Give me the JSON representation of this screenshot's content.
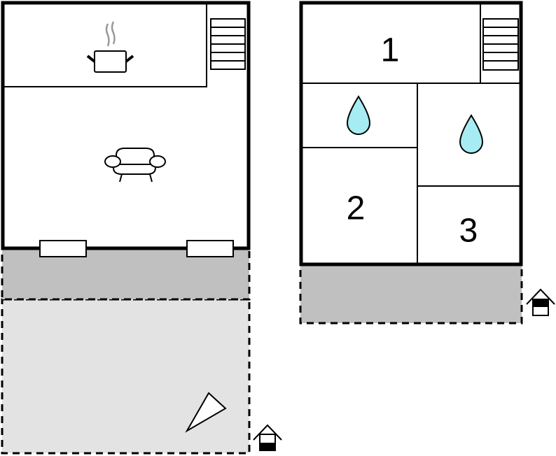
{
  "floor_plan": {
    "ground_floor": {
      "rooms": [
        {
          "type": "kitchen",
          "icon": "cooking-pot-icon"
        },
        {
          "type": "living-room",
          "icon": "armchair-icon"
        }
      ],
      "stairs": true,
      "terrace": "covered",
      "garden": true,
      "entrance_icon": "house-entrance-icon"
    },
    "upper_floor": {
      "rooms": [
        {
          "label": "1",
          "type": "bedroom"
        },
        {
          "label": "2",
          "type": "bedroom"
        },
        {
          "label": "3",
          "type": "bedroom"
        },
        {
          "type": "bathroom",
          "icon": "water-drop-icon"
        },
        {
          "type": "bathroom",
          "icon": "water-drop-icon"
        }
      ],
      "stairs": true,
      "terrace": "balcony",
      "entrance_icon": "house-entrance-icon"
    },
    "colors": {
      "terrace": "#c0c0c0",
      "garden": "#e3e3e3",
      "water": "#a6ecf2",
      "steam": "#999999"
    }
  }
}
